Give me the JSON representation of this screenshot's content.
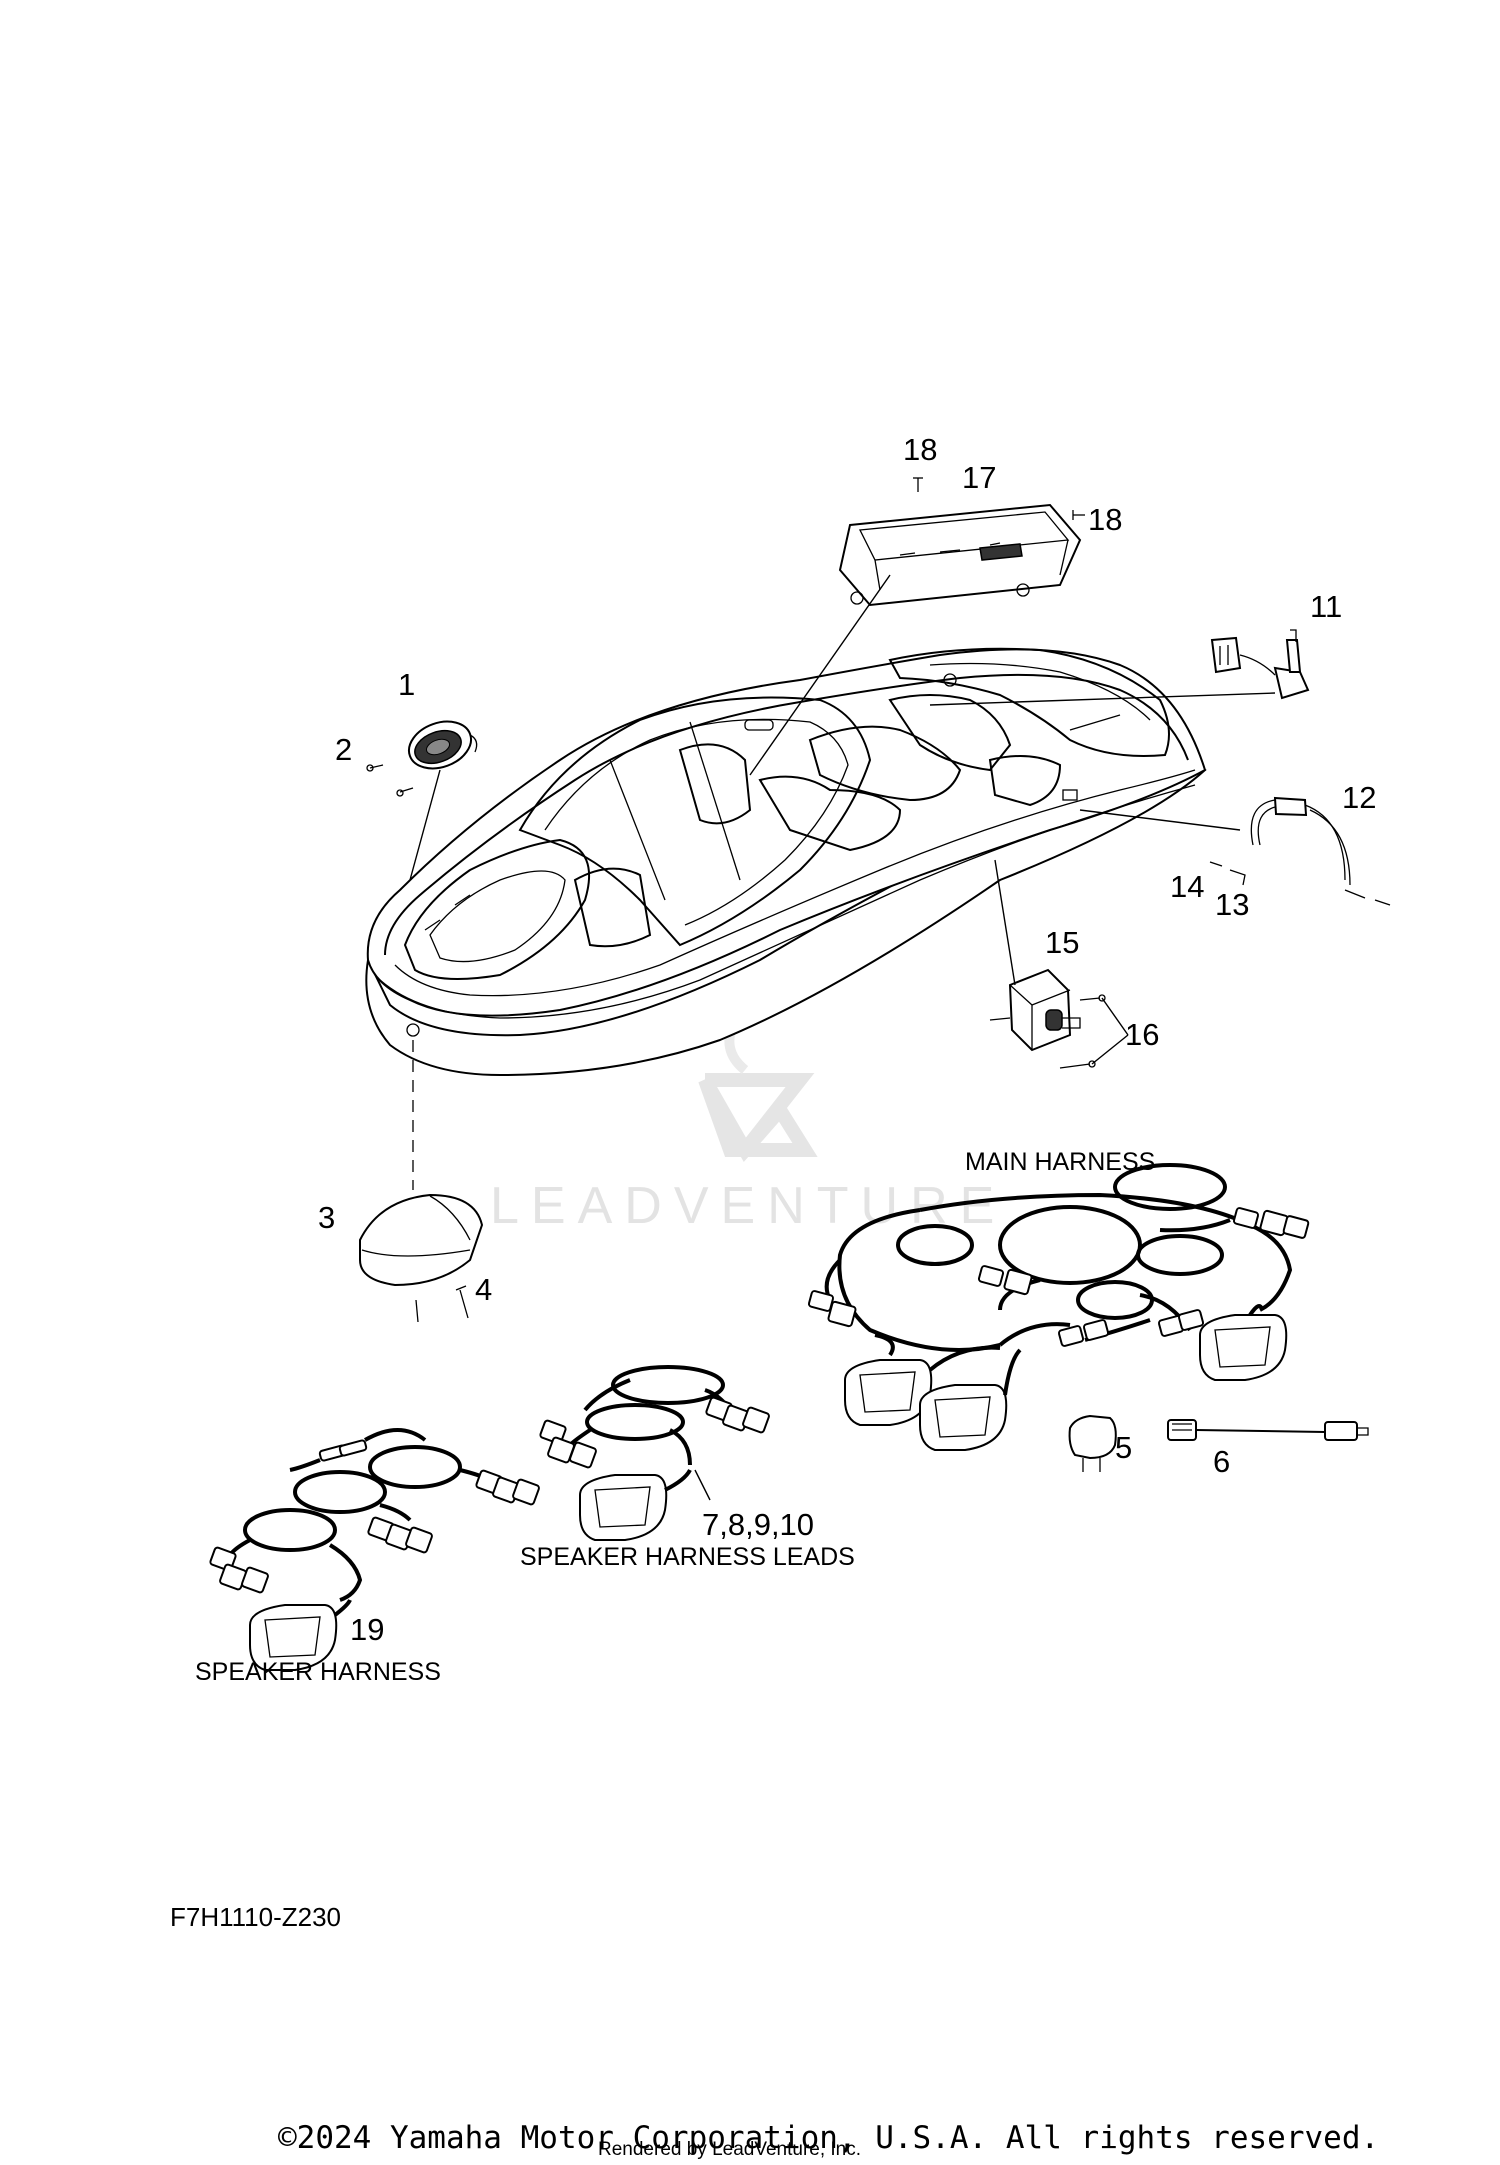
{
  "diagram": {
    "callouts": {
      "c1": "1",
      "c2": "2",
      "c3": "3",
      "c4": "4",
      "c5": "5",
      "c6": "6",
      "c11": "11",
      "c12": "12",
      "c13": "13",
      "c14": "14",
      "c15": "15",
      "c16": "16",
      "c17": "17",
      "c18a": "18",
      "c18b": "18",
      "c7_10": "7,8,9,10",
      "c19": "19"
    },
    "section_labels": {
      "main_harness": "MAIN HARNESS",
      "speaker_harness_leads": "SPEAKER HARNESS LEADS",
      "speaker_harness": "SPEAKER HARNESS"
    },
    "diagram_code": "F7H1110-Z230",
    "watermark": "LEADVENTURE",
    "copyright": "©2024 Yamaha Motor Corporation, U.S.A. All rights reserved.",
    "rendered_by": "Rendered by LeadVenture, Inc."
  }
}
